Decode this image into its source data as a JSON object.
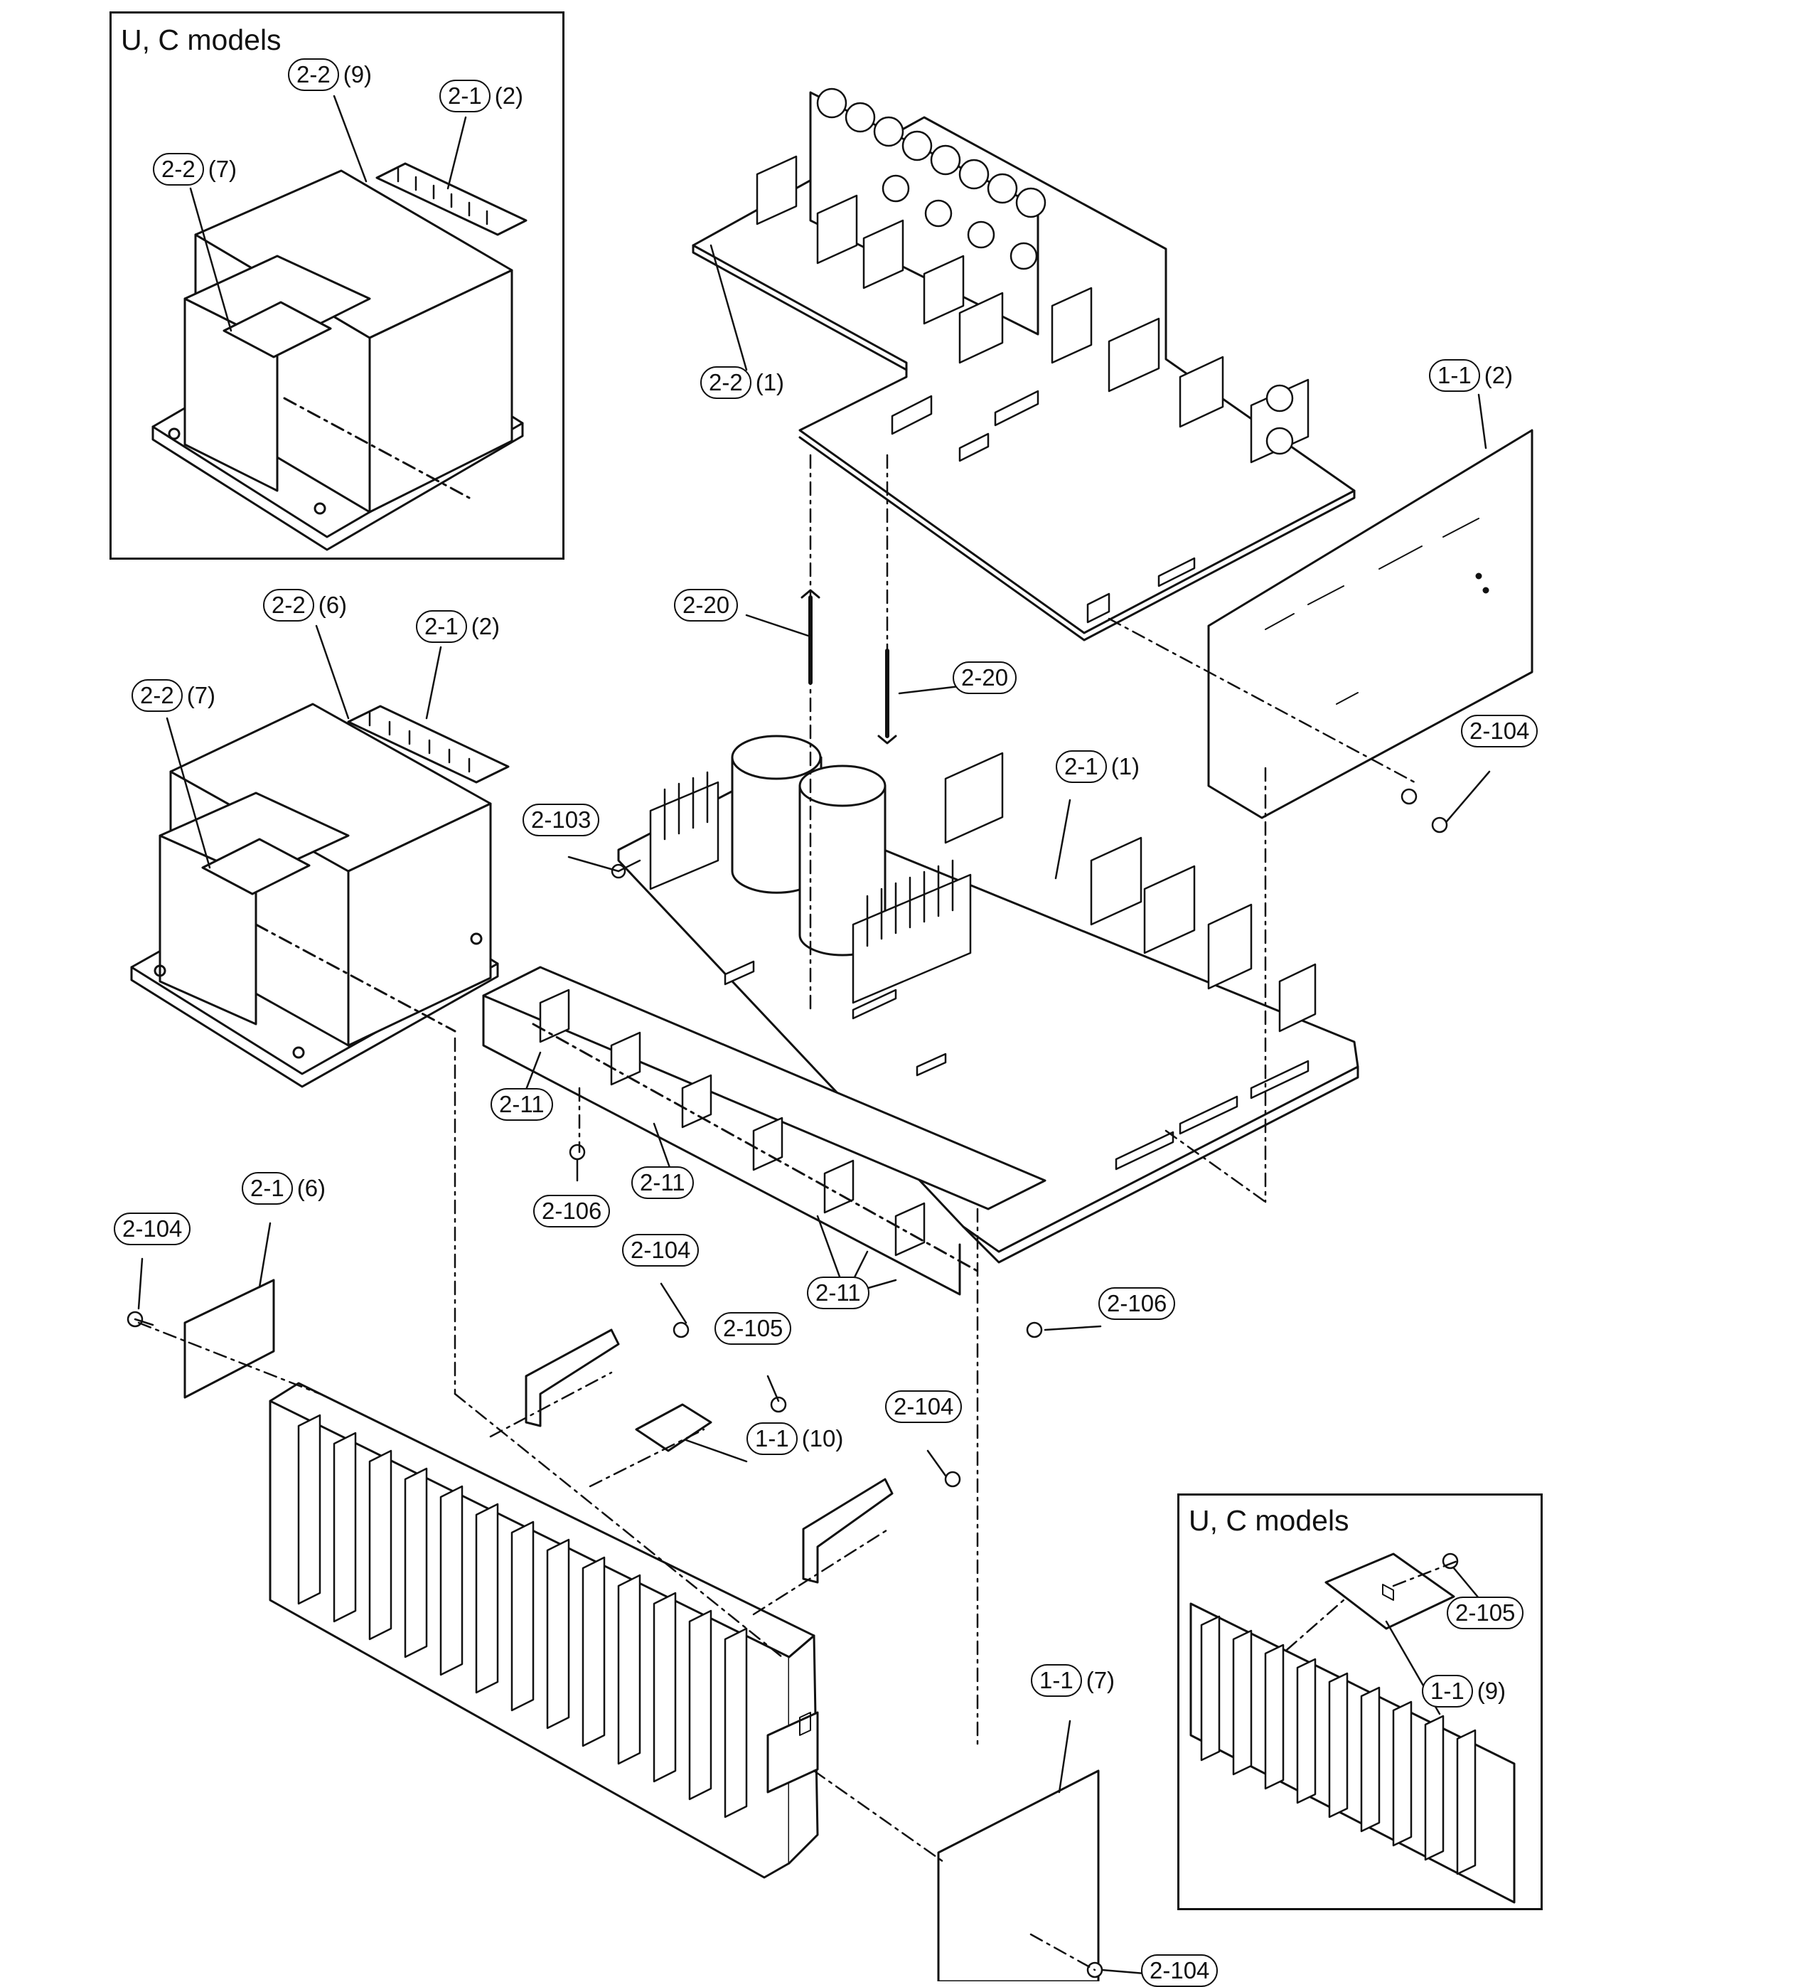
{
  "insets": {
    "top_left_title": "U, C models",
    "bottom_right_title": "U, C models"
  },
  "callouts": {
    "a": {
      "ref": "2-2",
      "qty": "(9)"
    },
    "b": {
      "ref": "2-1",
      "qty": "(2)"
    },
    "c": {
      "ref": "2-2",
      "qty": "(7)"
    },
    "d": {
      "ref": "2-2",
      "qty": "(1)"
    },
    "e": {
      "ref": "1-1",
      "qty": "(2)"
    },
    "f": {
      "ref": "2-2",
      "qty": "(6)"
    },
    "g": {
      "ref": "2-1",
      "qty": "(2)"
    },
    "h": {
      "ref": "2-2",
      "qty": "(7)"
    },
    "i": {
      "ref": "2-20",
      "qty": ""
    },
    "j": {
      "ref": "2-20",
      "qty": ""
    },
    "k": {
      "ref": "2-104",
      "qty": ""
    },
    "l": {
      "ref": "2-1",
      "qty": "(1)"
    },
    "m": {
      "ref": "2-103",
      "qty": ""
    },
    "n": {
      "ref": "2-11",
      "qty": ""
    },
    "o": {
      "ref": "2-106",
      "qty": ""
    },
    "p": {
      "ref": "2-11",
      "qty": ""
    },
    "q": {
      "ref": "2-1",
      "qty": "(6)"
    },
    "r": {
      "ref": "2-104",
      "qty": ""
    },
    "s": {
      "ref": "2-104",
      "qty": ""
    },
    "t": {
      "ref": "2-11",
      "qty": ""
    },
    "u": {
      "ref": "2-106",
      "qty": ""
    },
    "v": {
      "ref": "2-105",
      "qty": ""
    },
    "w": {
      "ref": "1-1",
      "qty": "(10)"
    },
    "x": {
      "ref": "2-104",
      "qty": ""
    },
    "y": {
      "ref": "2-105",
      "qty": ""
    },
    "z": {
      "ref": "1-1",
      "qty": "(9)"
    },
    "aa": {
      "ref": "1-1",
      "qty": "(7)"
    },
    "ab": {
      "ref": "2-104",
      "qty": ""
    }
  },
  "colors": {
    "line": "#111111",
    "background": "#ffffff"
  }
}
